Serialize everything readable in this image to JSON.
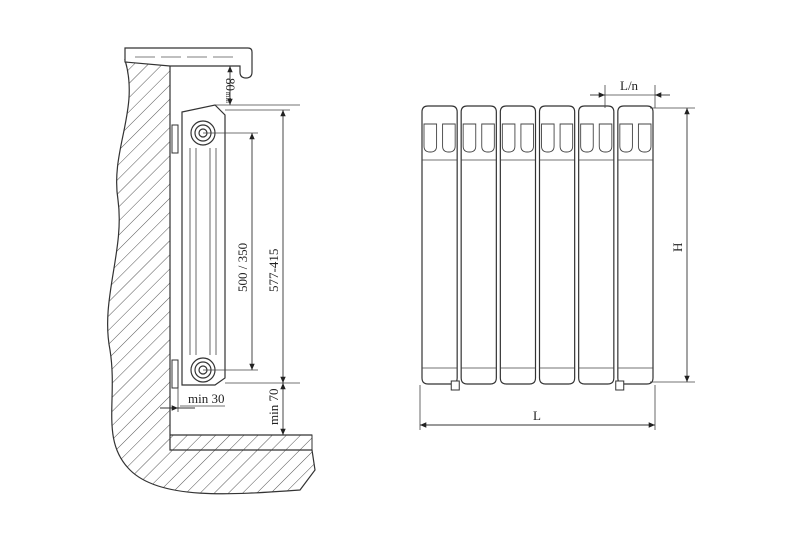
{
  "side_view": {
    "top_gap_label": "80",
    "top_gap_min_label": "min",
    "axis_distance_label": "500 / 350",
    "height_label": "577-415",
    "wall_gap_label": "min 30",
    "floor_gap_label": "min 70"
  },
  "front_view": {
    "section_count": 6,
    "section_width_label": "L/n",
    "height_label": "H",
    "length_label": "L"
  }
}
